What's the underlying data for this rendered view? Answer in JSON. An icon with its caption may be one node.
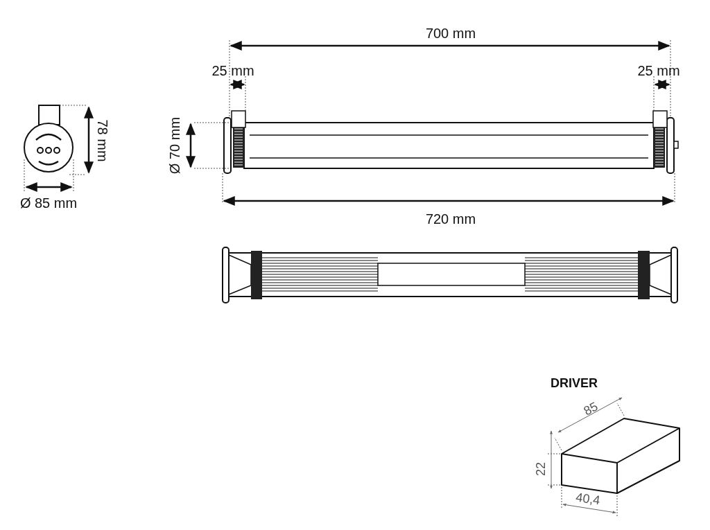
{
  "diagram": {
    "labels": [
      "700 mm",
      "25 mm",
      "25 mm",
      "Ø 70 mm",
      "78 mm",
      "Ø 85 mm",
      "720 mm",
      "DRIVER",
      "85",
      "22",
      "40,4"
    ]
  }
}
